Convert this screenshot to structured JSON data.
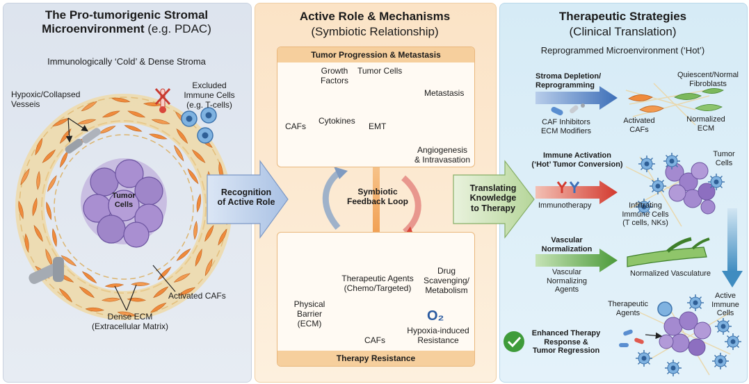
{
  "panel1": {
    "title_bold": "The Pro-tumorigenic Stromal",
    "title_line2_bold": "Microenvironment",
    "title_line2_rest": " (e.g. PDAC)",
    "subtitle": "Immunologically ‘Cold’ & Dense Stroma",
    "vessels": "Hypoxic/Collapsed\nVesseis",
    "excluded": "Excluded\nImmune Cells\n(e.g. T-cells)",
    "tumor": "Tumor\nCells",
    "activated_cafs": "Activated CAFs",
    "dense_ecm": "Dense ECM\n(Extracellular Matrix)"
  },
  "arrow1": "Recognition\nof Active Role",
  "panel2": {
    "title": "Active Role & Mechanisms",
    "subtitle": "(Symbiotic Relationship)",
    "box1_title": "Tumor Progression & Metastasis",
    "growth": "Growth\nFactors",
    "tumor_cells": "Tumor Cells",
    "metastasis": "Metastasis",
    "cafs": "CAFs",
    "cytokines": "Cytokines",
    "emt": "EMT",
    "angio": "Angiogenesis\n& Intravasation",
    "loop": "Symbiotic\nFeedback Loop",
    "agents": "Therapeutic Agents\n(Chemo/Targeted)",
    "scav": "Drug\nScavenging/\nMetabolism",
    "barrier": "Physical\nBarrier\n(ECM)",
    "cafs2": "CAFs",
    "o2": "O₂",
    "hypoxia": "Hypoxia-induced\nResistance",
    "box2_title": "Therapy Resistance"
  },
  "arrow2": "Translating\nKnowledge\nto Therapy",
  "panel3": {
    "title": "Therapeutic Strategies",
    "subtitle": "(Clinical Translation)",
    "reprog": "Reprogrammed Microenvironment (‘Hot’)",
    "s1": "Stroma Depletion/\nReprogramming",
    "s1_agents": "CAF Inhibitors\nECM Modifiers",
    "quiescent": "Quiescent/Normal\nFibroblasts",
    "act_cafs": "Activated\nCAFs",
    "norm_ecm": "Normalized\nECM",
    "s2": "Immune Activation\n(‘Hot’ Tumor Conversion)",
    "tumor_cells": "Tumor\nCells",
    "immuno": "Immunotherapy",
    "infiltr": "Infiltrating\nImmune Cells\n(T cells, NKs)",
    "s3": "Vascular\nNormalization",
    "vasc_agents": "Vascular\nNormalizing\nAgents",
    "norm_vasc": "Normalized Vasculature",
    "ther_agents": "Therapeutic\nAgents",
    "active_imm": "Active\nImmune\nCells",
    "enhanced": "Enhanced Therapy\nResponse &\nTumor Regression"
  },
  "colors": {
    "panel1_bg": "#e1e7ef",
    "panel2_bg": "#fcebd5",
    "panel3_bg": "#dbeef8",
    "caf_orange": "#ef8a3c",
    "tumor_purple": "#9b7fc4",
    "arrow_blue": "#4f7fc0",
    "arrow_red": "#d9463b",
    "arrow_green": "#5aa142",
    "check_green": "#3f9b3a"
  }
}
